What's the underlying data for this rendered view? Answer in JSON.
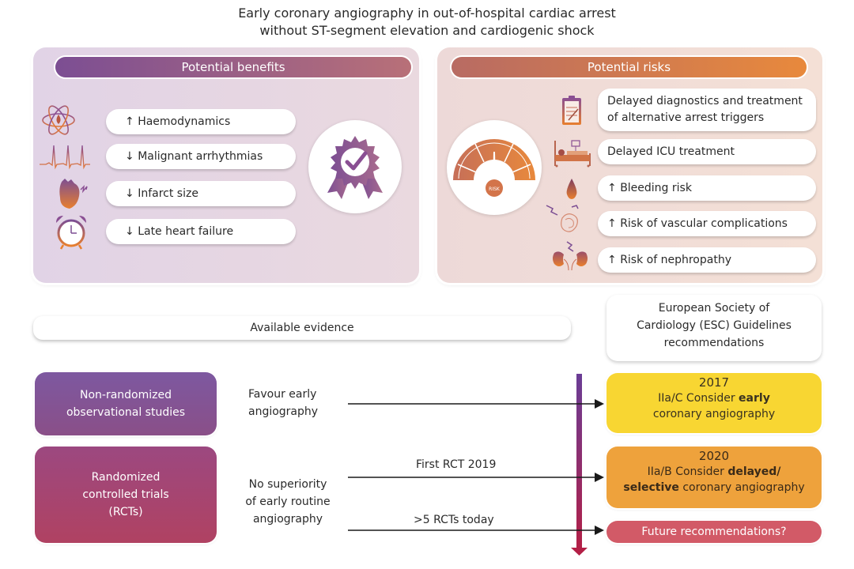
{
  "title": {
    "line1": "Early coronary angiography in out-of-hospital cardiac arrest",
    "line2": "without ST-segment elevation and cardiogenic shock"
  },
  "benefits": {
    "header": "Potential benefits",
    "items": [
      {
        "arrow": "↑",
        "label": "Haemodynamics",
        "icon": "atom-blood-drop-icon"
      },
      {
        "arrow": "↓",
        "label": "Malignant arrhythmias",
        "icon": "ecg-waveform-icon"
      },
      {
        "arrow": "↓",
        "label": "Infarct size",
        "icon": "heart-icon"
      },
      {
        "arrow": "↓",
        "label": "Late heart failure",
        "icon": "alarm-clock-icon"
      }
    ],
    "badge_icon": "award-badge-check-icon"
  },
  "risks": {
    "header": "Potential risks",
    "gauge_label": "RISK",
    "items": [
      {
        "arrow": "",
        "label_line1": "Delayed diagnostics and treatment",
        "label_line2": "of alternative arrest triggers",
        "icon": "clipboard-icon"
      },
      {
        "arrow": "",
        "label": "Delayed ICU treatment",
        "icon": "hospital-bed-icon"
      },
      {
        "arrow": "↑",
        "label": "Bleeding risk",
        "icon": "blood-drop-icon"
      },
      {
        "arrow": "↑",
        "label": "Risk of vascular complications",
        "icon": "vascular-icon"
      },
      {
        "arrow": "↑",
        "label": "Risk of nephropathy",
        "icon": "kidneys-icon"
      }
    ]
  },
  "evidence": {
    "header": "Available evidence",
    "studies": [
      {
        "line1": "Non-randomized",
        "line2": "observational studies"
      },
      {
        "line1": "Randomized",
        "line2": "controlled trials",
        "line3": "(RCTs)"
      }
    ],
    "findings": [
      {
        "line1": "Favour early",
        "line2": "angiography"
      },
      {
        "line1": "No superiority",
        "line2": "of early routine",
        "line3": "angiography"
      }
    ],
    "arrow_labels": [
      "First RCT 2019",
      ">5 RCTs today"
    ]
  },
  "esc": {
    "header_line1": "European Society of",
    "header_line2": "Cardiology (ESC) Guidelines",
    "header_line3": "recommendations",
    "recommendations": [
      {
        "year": "2017",
        "line1_pre": "IIa/C Consider ",
        "line1_bold": "early",
        "line2": "coronary angiography",
        "color": "#f8d632"
      },
      {
        "year": "2020",
        "line1_pre": "IIa/B Consider ",
        "line1_bold": "delayed/",
        "line2_bold": "selective",
        "line2_rest": " coronary angiography",
        "color": "#eea23c"
      },
      {
        "label": "Future recommendations?",
        "color": "#d25a67"
      }
    ]
  },
  "colors": {
    "purple": "#7c4e93",
    "orange": "#e8893c",
    "timeline_top": "#6a3d96",
    "timeline_bottom": "#b31f46"
  }
}
